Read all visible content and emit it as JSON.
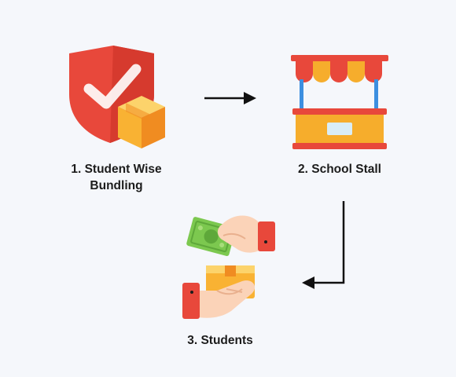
{
  "diagram": {
    "nodes": [
      {
        "id": "bundling",
        "label_lines": [
          "1. Student Wise",
          "Bundling"
        ],
        "icon": "shield-box-icon"
      },
      {
        "id": "stall",
        "label_lines": [
          "2. School Stall"
        ],
        "icon": "school-stall-icon"
      },
      {
        "id": "students",
        "label_lines": [
          "3. Students"
        ],
        "icon": "money-exchange-icon"
      }
    ],
    "edges": [
      {
        "from": "bundling",
        "to": "stall"
      },
      {
        "from": "stall",
        "to": "students"
      }
    ]
  },
  "colors": {
    "shield": "#e8483b",
    "shield_light": "#f26a57",
    "box": "#f9b233",
    "box_dark": "#f08c21",
    "stall_red": "#e8483b",
    "stall_orange": "#f6ad2c",
    "stall_blue": "#3d8fe0",
    "cash_green": "#7cc84f",
    "skin": "#fbd3b8",
    "arrow": "#111111"
  }
}
